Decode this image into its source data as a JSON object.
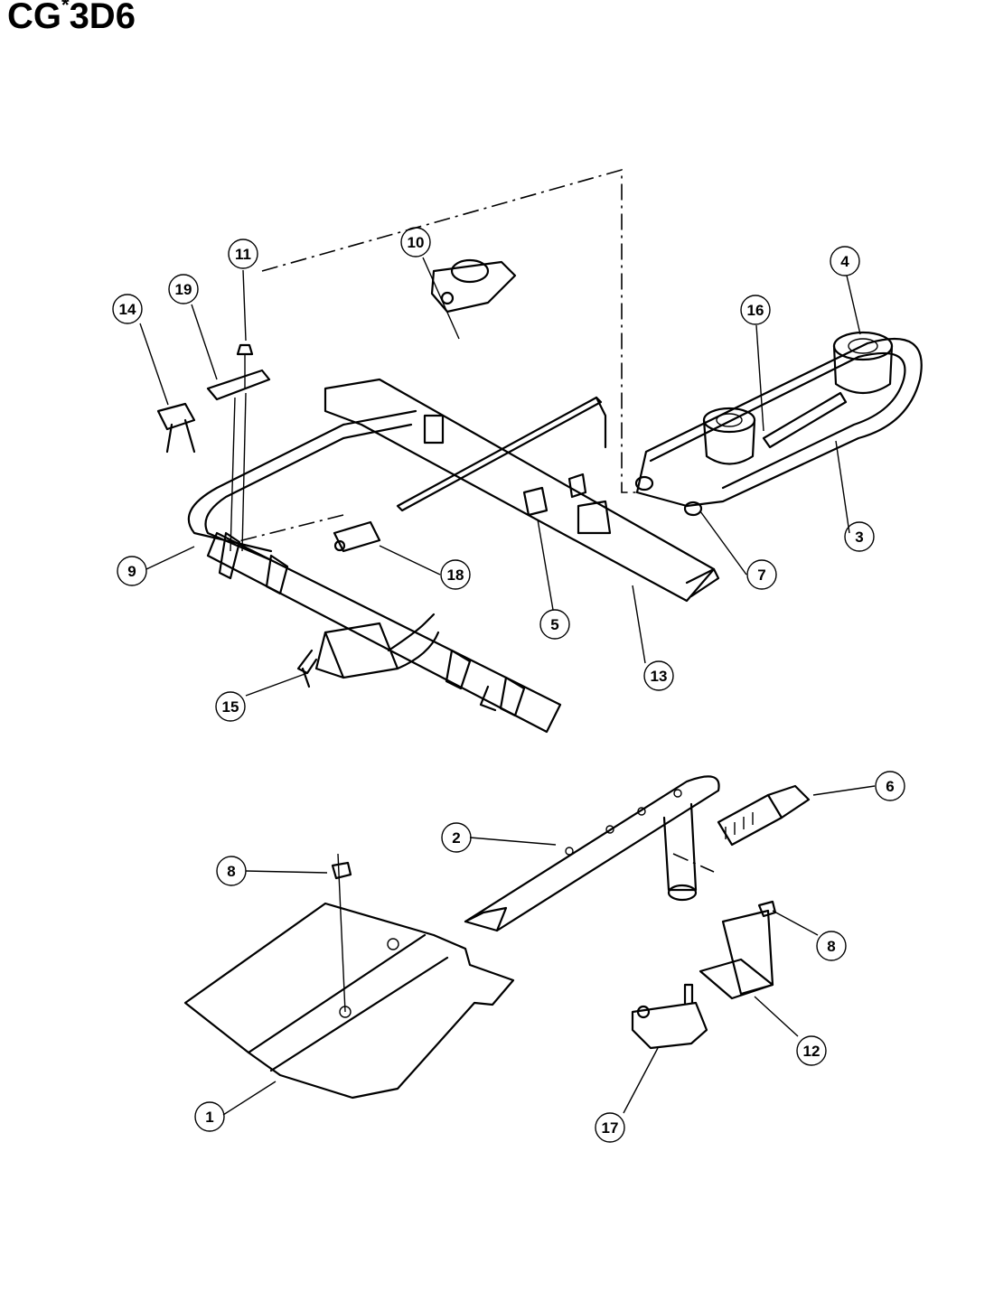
{
  "title": {
    "prefix": "CG",
    "asterisk": "*",
    "suffix": "3D6"
  },
  "callouts": [
    "1",
    "2",
    "3",
    "4",
    "5",
    "6",
    "7",
    "8",
    "8",
    "9",
    "10",
    "11",
    "12",
    "13",
    "14",
    "15",
    "16",
    "17",
    "18",
    "19"
  ]
}
